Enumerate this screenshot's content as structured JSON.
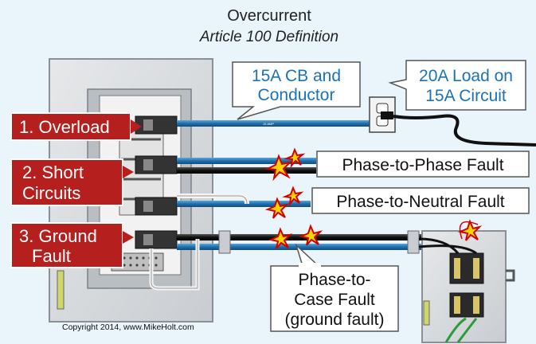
{
  "title": "Overcurrent",
  "subtitle": "Article 100 Definition",
  "callouts": {
    "cb_conductor": [
      "15A CB and",
      "Conductor"
    ],
    "load": [
      "20A Load on",
      "15A Circuit"
    ]
  },
  "labels": {
    "overload": "1. Overload",
    "short": [
      "2. Short",
      "Circuits"
    ],
    "ground": [
      "3. Ground",
      "Fault"
    ]
  },
  "faults": {
    "phase_phase": "Phase-to-Phase Fault",
    "phase_neutral": "Phase-to-Neutral Fault",
    "phase_case": [
      "Phase-to-",
      "Case Fault",
      "(ground fault)"
    ]
  },
  "wire_mark": "15 AMP",
  "copyright": "Copyright 2014, www.MikeHolt.com",
  "colors": {
    "label_red": "#b5201e",
    "callout_blue": "#1a73b8",
    "background": "#e9f4fb",
    "wire_blue": "#2b79b5",
    "wire_black": "#111111",
    "panel": "#d9dcdf"
  }
}
